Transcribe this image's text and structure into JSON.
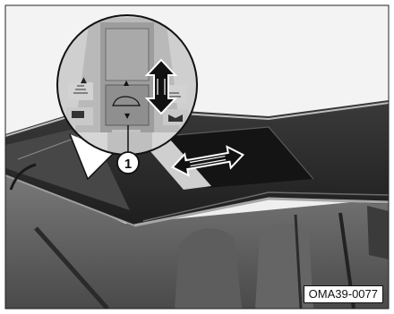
{
  "figure": {
    "code": "OMA39-0077",
    "callout_number": "1"
  },
  "colors": {
    "background": "#eeeeee",
    "roof": "#2b2b2b",
    "glass_panel": "#1c1c1c",
    "arrow_fill": "#111111",
    "arrow_outline": "#ffffff"
  },
  "icons": [
    "sunroof-control-switch",
    "open-close-double-arrow-icon",
    "slide-double-arrow-icon",
    "sunroof-icon",
    "car-outline-icon"
  ]
}
